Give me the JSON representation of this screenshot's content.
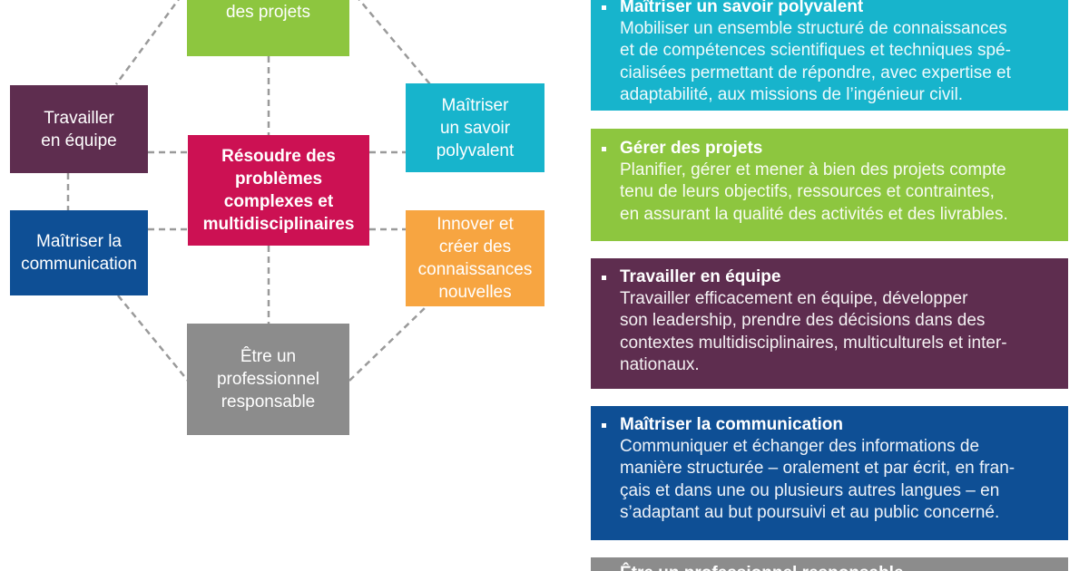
{
  "colors": {
    "green": "#8dc63f",
    "cyan": "#17b4cc",
    "purple": "#5e2d4f",
    "blue": "#0e4f95",
    "orange": "#f7a541",
    "grey": "#8c8c8c",
    "crimson": "#cc1153",
    "connector": "#9a9a9a"
  },
  "diagram": {
    "center": "Résoudre des\nproblèmes\ncomplexes et\nmultidisciplinaires",
    "top": "des projets",
    "left_top": "Travailler\nen équipe",
    "left_bottom": "Maîtriser la\ncommunication",
    "right_top": "Maîtriser\nun savoir\npolyvalent",
    "right_bottom": "Innover et\ncréer des\nconnaissances\nnouvelles",
    "bottom": "Être un\nprofessionnel\nresponsable"
  },
  "cards": [
    {
      "title": "Maîtriser un savoir polyvalent",
      "body": "Mobiliser un ensemble structuré de connaissances\net de compétences scientifiques et techniques spé-\ncialisées permettant de répondre, avec expertise et\nadaptabilité, aux missions de l’ingénieur civil."
    },
    {
      "title": "Gérer des projets",
      "body": "Planifier, gérer et mener à bien des projets compte\ntenu de leurs objectifs, ressources et contraintes,\nen assurant la qualité des activités et des livrables."
    },
    {
      "title": "Travailler en équipe",
      "body": "Travailler efficacement en équipe, développer\nson leadership, prendre des décisions dans des\ncontextes multidisciplinaires, multiculturels et inter-\nnationaux."
    },
    {
      "title": "Maîtriser la communication",
      "body": "Communiquer et échanger des informations de\nmanière structurée – oralement et par écrit, en fran-\nçais et dans une ou plusieurs autres langues – en\ns’adaptant au but poursuivi et au public concerné."
    },
    {
      "title": "Être un professionnel responsable",
      "body": ""
    }
  ]
}
